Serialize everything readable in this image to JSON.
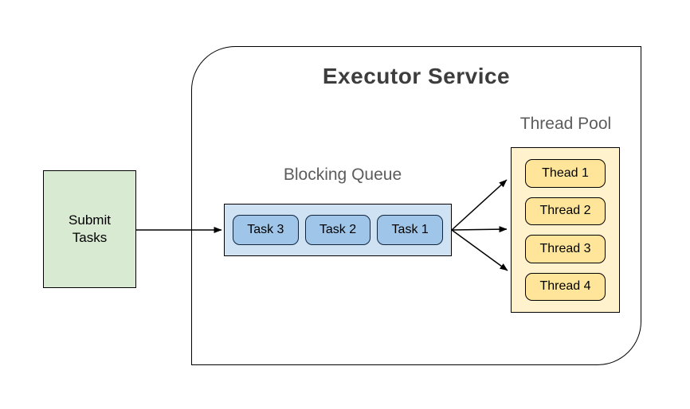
{
  "executor": {
    "title": "Executor Service"
  },
  "submit": {
    "label": "Submit Tasks"
  },
  "queue": {
    "label": "Blocking Queue",
    "tasks": [
      "Task 3",
      "Task 2",
      "Task 1"
    ]
  },
  "pool": {
    "label": "Thread Pool",
    "threads": [
      "Thead 1",
      "Thread 2",
      "Thread 3",
      "Thread 4"
    ]
  },
  "colors": {
    "submit_fill": "#d9ead3",
    "queue_fill": "#cfe2f3",
    "task_fill": "#9fc5e8",
    "pool_fill": "#fff2cc",
    "thread_fill": "#ffe599",
    "border": "#000000",
    "title_text": "#3d3d3d",
    "label_text": "#5c5c5c"
  }
}
